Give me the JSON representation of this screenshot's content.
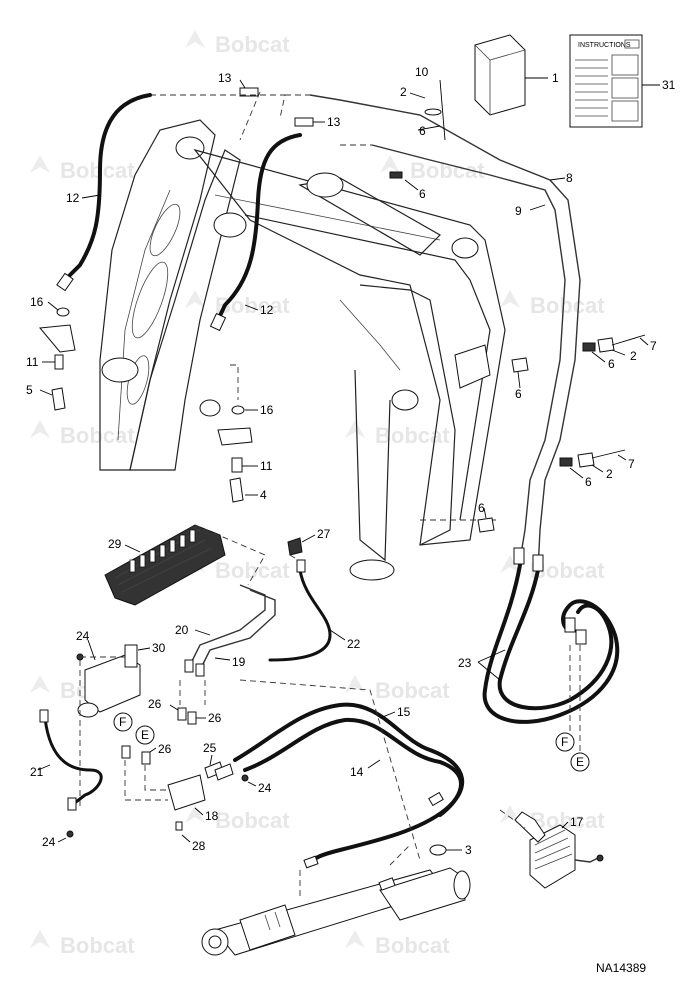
{
  "watermark": {
    "text": "Bobcat"
  },
  "instructions_label": "INSTRUCTIONS",
  "drawing_number": "NA14389",
  "callouts": [
    "1",
    "2",
    "3",
    "4",
    "5",
    "6",
    "7",
    "8",
    "9",
    "10",
    "11",
    "12",
    "13",
    "14",
    "15",
    "16",
    "17",
    "18",
    "19",
    "20",
    "21",
    "22",
    "23",
    "24",
    "25",
    "26",
    "27",
    "28",
    "29",
    "30",
    "31"
  ],
  "references": {
    "F": "F",
    "E": "E"
  }
}
